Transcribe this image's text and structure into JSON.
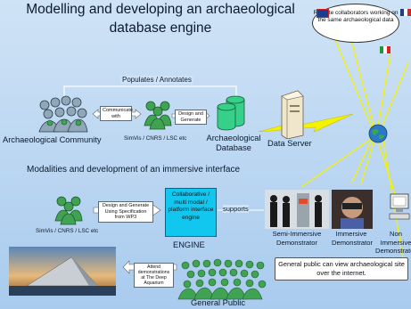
{
  "title": "Modelling and developing an archaeological database engine",
  "labels": {
    "populates": "Populates / Annotates",
    "archaeological_community": "Archaeological Community",
    "communicate_with": "Communicate with",
    "simvis_top": "SimVis / CNRS / LSC etc",
    "design_generate": "Design and Generate",
    "archaeological_database": "Archaeological Database",
    "data_server": "Data Server",
    "remote_collaborators": "Remote collaborators working on the same archaeological data",
    "modalities": "Modalities and development of an immersive interface",
    "design_generate_spec": "Design and Generate Using Specification from WP3",
    "simvis_bottom": "SimVis / CNRS / LSC etc",
    "engine_box": "Collaborative / multi modal / platform interface engine",
    "engine_caption": "ENGINE",
    "supports": "supports",
    "semi_immersive": "Semi-Immersive Demonstrator",
    "immersive": "Immersive Demonstrator",
    "non_immersive": "Non Immersive Demonstrator",
    "attend": "Attend demonstrations at The Deep Aquarium",
    "general_public": "General Public",
    "general_public_note": "General public can view archaeological site over the internet."
  },
  "icons": [
    "people-group-icon",
    "database-icon",
    "server-icon",
    "globe-icon",
    "computer-icon",
    "flag-icon",
    "lightning-icon"
  ]
}
